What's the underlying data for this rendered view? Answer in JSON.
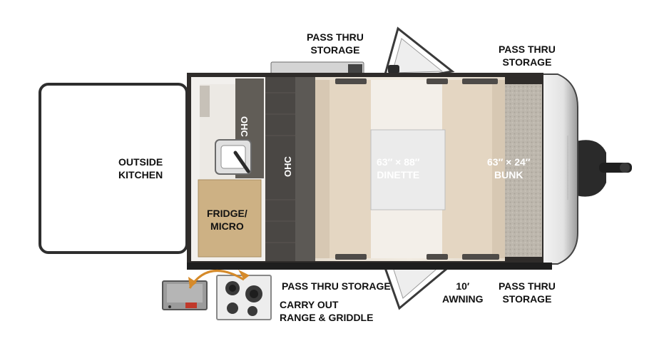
{
  "labels": {
    "storage_top_center": [
      "PASS THRU",
      "STORAGE"
    ],
    "storage_top_right": [
      "PASS THRU",
      "STORAGE"
    ],
    "outside_kitchen": [
      "OUTSIDE",
      "KITCHEN"
    ],
    "ohc_galley": "OHC",
    "ohc_main": "OHC",
    "dinette": [
      "63″ × 88″",
      "DINETTE"
    ],
    "bunk": [
      "63″ × 24″",
      "BUNK"
    ],
    "fridge_micro": [
      "FRIDGE/",
      "MICRO"
    ],
    "storage_bottom_center": "PASS THRU STORAGE",
    "awning": [
      "10′",
      "AWNING"
    ],
    "storage_bottom_right": [
      "PASS THRU",
      "STORAGE"
    ],
    "carry_out": [
      "CARRY OUT",
      "RANGE & GRIDDLE"
    ]
  },
  "colors": {
    "text": "#111111",
    "wall": "#3b3835",
    "floor": "#e9e1d5",
    "cushion": "#d8c7b1",
    "cabinet": "#c9ab7d",
    "carpet": "#b9b3aa",
    "awning_arrow": "#d58a2a"
  }
}
